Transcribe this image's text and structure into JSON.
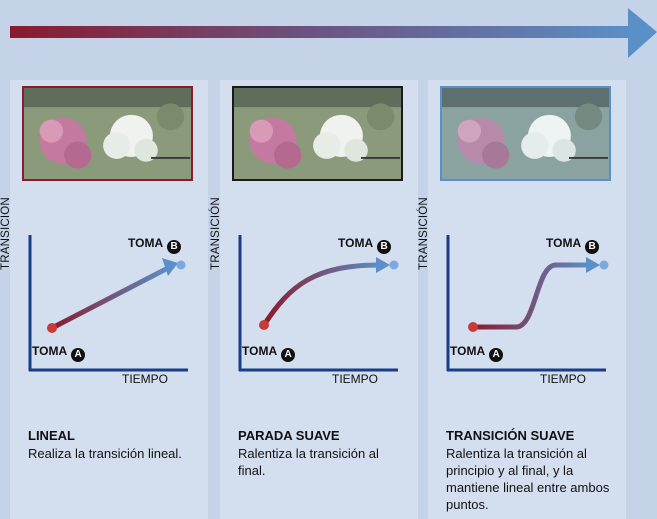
{
  "panels": [
    {
      "title": "LINEAL",
      "description": "Realiza la transición lineal.",
      "frame_color": "#8a1a2e",
      "curve": "linear"
    },
    {
      "title": "PARADA SUAVE",
      "description": "Ralentiza la transición al final.",
      "frame_color": "#1a1a1a",
      "curve": "ease-out"
    },
    {
      "title": "TRANSICIÓN SUAVE",
      "description": "Ralentiza la transición al principio y al final, y la mantiene lineal entre ambos puntos.",
      "frame_color": "#5b8fc7",
      "curve": "ease-in-out"
    }
  ],
  "labels": {
    "y_axis": "TRANSICIÓN",
    "x_axis": "TIEMPO",
    "shot_a": "TOMA",
    "shot_b": "TOMA",
    "badge_a": "A",
    "badge_b": "B"
  },
  "colors": {
    "start": "#8a1a2e",
    "end": "#5b8fc7",
    "background": "#c4d3e8",
    "panel": "#d3dfee"
  }
}
